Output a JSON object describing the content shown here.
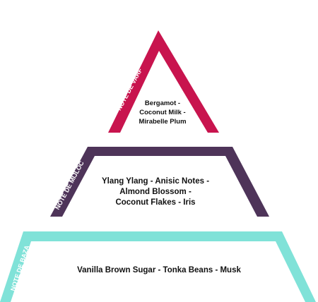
{
  "pyramid": {
    "top": {
      "label": "NOTE DE VARF",
      "color": "#C8144E",
      "lines": [
        "Bergamot -",
        "Coconut Milk -",
        "Mirabelle Plum"
      ]
    },
    "middle": {
      "label": "NOTE DE MIJLOC",
      "color": "#4E3459",
      "lines": [
        "Ylang Ylang - Anisic Notes -",
        "Almond Blossom -",
        "Coconut Flakes - Iris"
      ]
    },
    "base": {
      "label": "NOTE DE BAZA",
      "color": "#80E2D8",
      "lines": [
        "Vanilla Brown Sugar - Tonka Beans - Musk"
      ]
    }
  }
}
